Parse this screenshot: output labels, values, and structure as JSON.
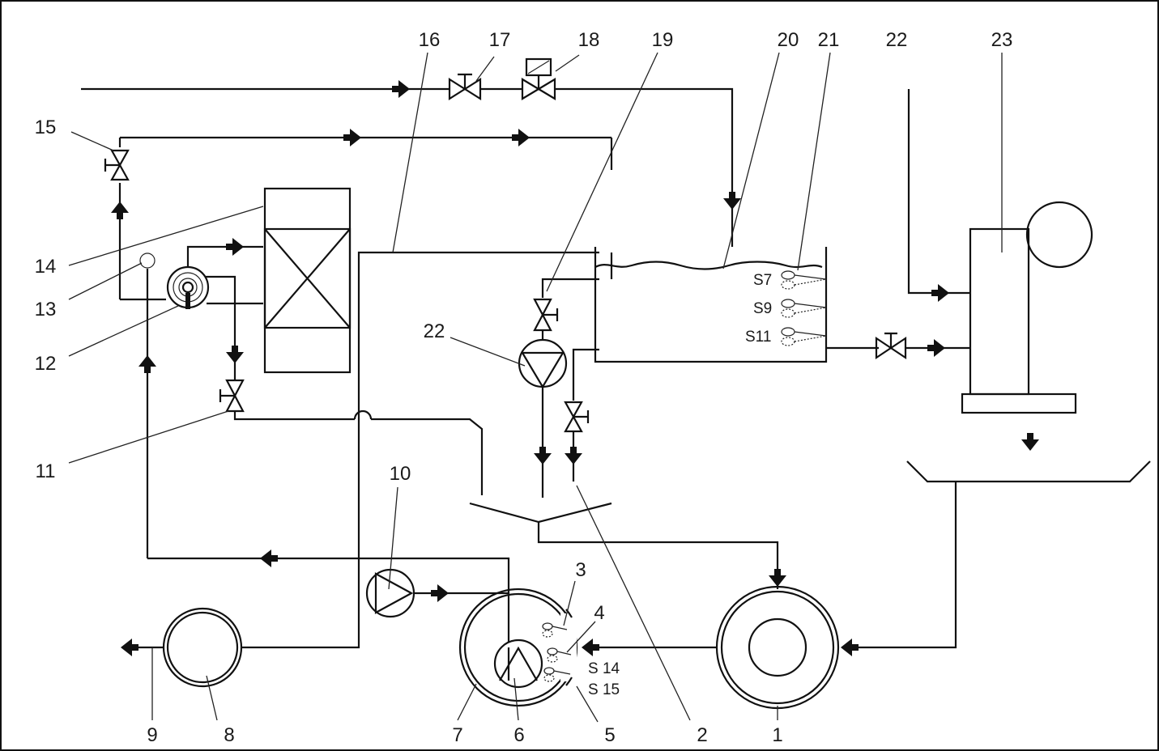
{
  "labels": {
    "l1": "1",
    "l2": "2",
    "l3": "3",
    "l4": "4",
    "l5": "5",
    "l6": "6",
    "l7": "7",
    "l8": "8",
    "l9": "9",
    "l10": "10",
    "l11": "11",
    "l12": "12",
    "l13": "13",
    "l14": "14",
    "l15": "15",
    "l16": "16",
    "l17": "17",
    "l18": "18",
    "l19": "19",
    "l20": "20",
    "l21": "21",
    "l22a": "22",
    "l22b": "22",
    "l23": "23"
  },
  "sensors": {
    "s7": "S7",
    "s9": "S9",
    "s11": "S11",
    "s14": "S 14",
    "s15": "S 15"
  },
  "colors": {
    "line": "#111111",
    "background": "#ffffff"
  }
}
